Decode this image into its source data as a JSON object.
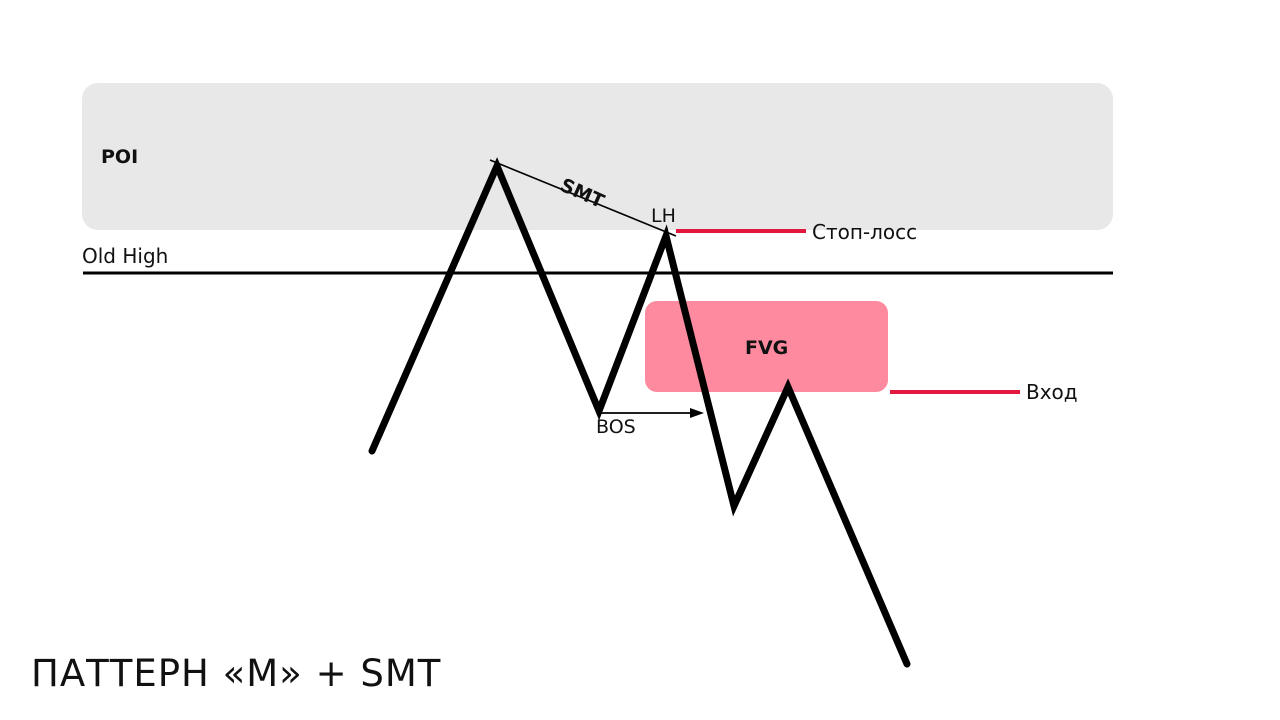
{
  "title": "ПАТТЕРН «М» + SMT",
  "labels": {
    "poi": "POI",
    "smt": "SMT",
    "lh": "LH",
    "old_high": "Old High",
    "fvg": "FVG",
    "bos": "BOS",
    "stop_loss": "Стоп-лосс",
    "entry": "Вход"
  },
  "colors": {
    "poi_zone": "#e8e8e8",
    "fvg_zone": "#fe8aa0",
    "level_marker": "#e3183e",
    "price_path": "#000000"
  }
}
